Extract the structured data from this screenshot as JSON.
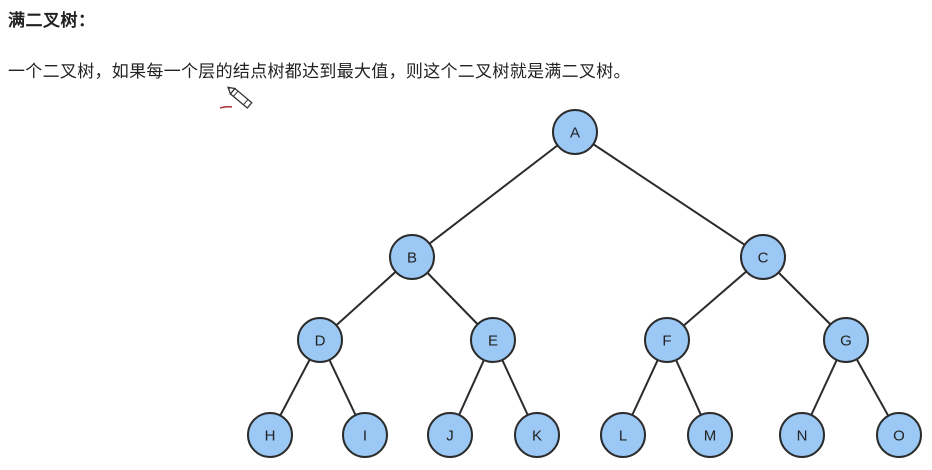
{
  "heading": "满二叉树：",
  "description": "一个二叉树，如果每一个层的结点树都达到最大值，则这个二叉树就是满二叉树。",
  "cursor_icon": "pencil-icon",
  "colors": {
    "node_fill": "#9cc8f5",
    "node_stroke": "#2b2b2b",
    "edge": "#2b2b2b"
  },
  "tree": {
    "nodes": [
      {
        "id": "A",
        "label": "A"
      },
      {
        "id": "B",
        "label": "B"
      },
      {
        "id": "C",
        "label": "C"
      },
      {
        "id": "D",
        "label": "D"
      },
      {
        "id": "E",
        "label": "E"
      },
      {
        "id": "F",
        "label": "F"
      },
      {
        "id": "G",
        "label": "G"
      },
      {
        "id": "H",
        "label": "H"
      },
      {
        "id": "I",
        "label": "I"
      },
      {
        "id": "J",
        "label": "J"
      },
      {
        "id": "K",
        "label": "K"
      },
      {
        "id": "L",
        "label": "L"
      },
      {
        "id": "M",
        "label": "M"
      },
      {
        "id": "N",
        "label": "N"
      },
      {
        "id": "O",
        "label": "O"
      }
    ],
    "edges": [
      [
        "A",
        "B"
      ],
      [
        "A",
        "C"
      ],
      [
        "B",
        "D"
      ],
      [
        "B",
        "E"
      ],
      [
        "C",
        "F"
      ],
      [
        "C",
        "G"
      ],
      [
        "D",
        "H"
      ],
      [
        "D",
        "I"
      ],
      [
        "E",
        "J"
      ],
      [
        "E",
        "K"
      ],
      [
        "F",
        "L"
      ],
      [
        "F",
        "M"
      ],
      [
        "G",
        "N"
      ],
      [
        "G",
        "O"
      ]
    ]
  }
}
